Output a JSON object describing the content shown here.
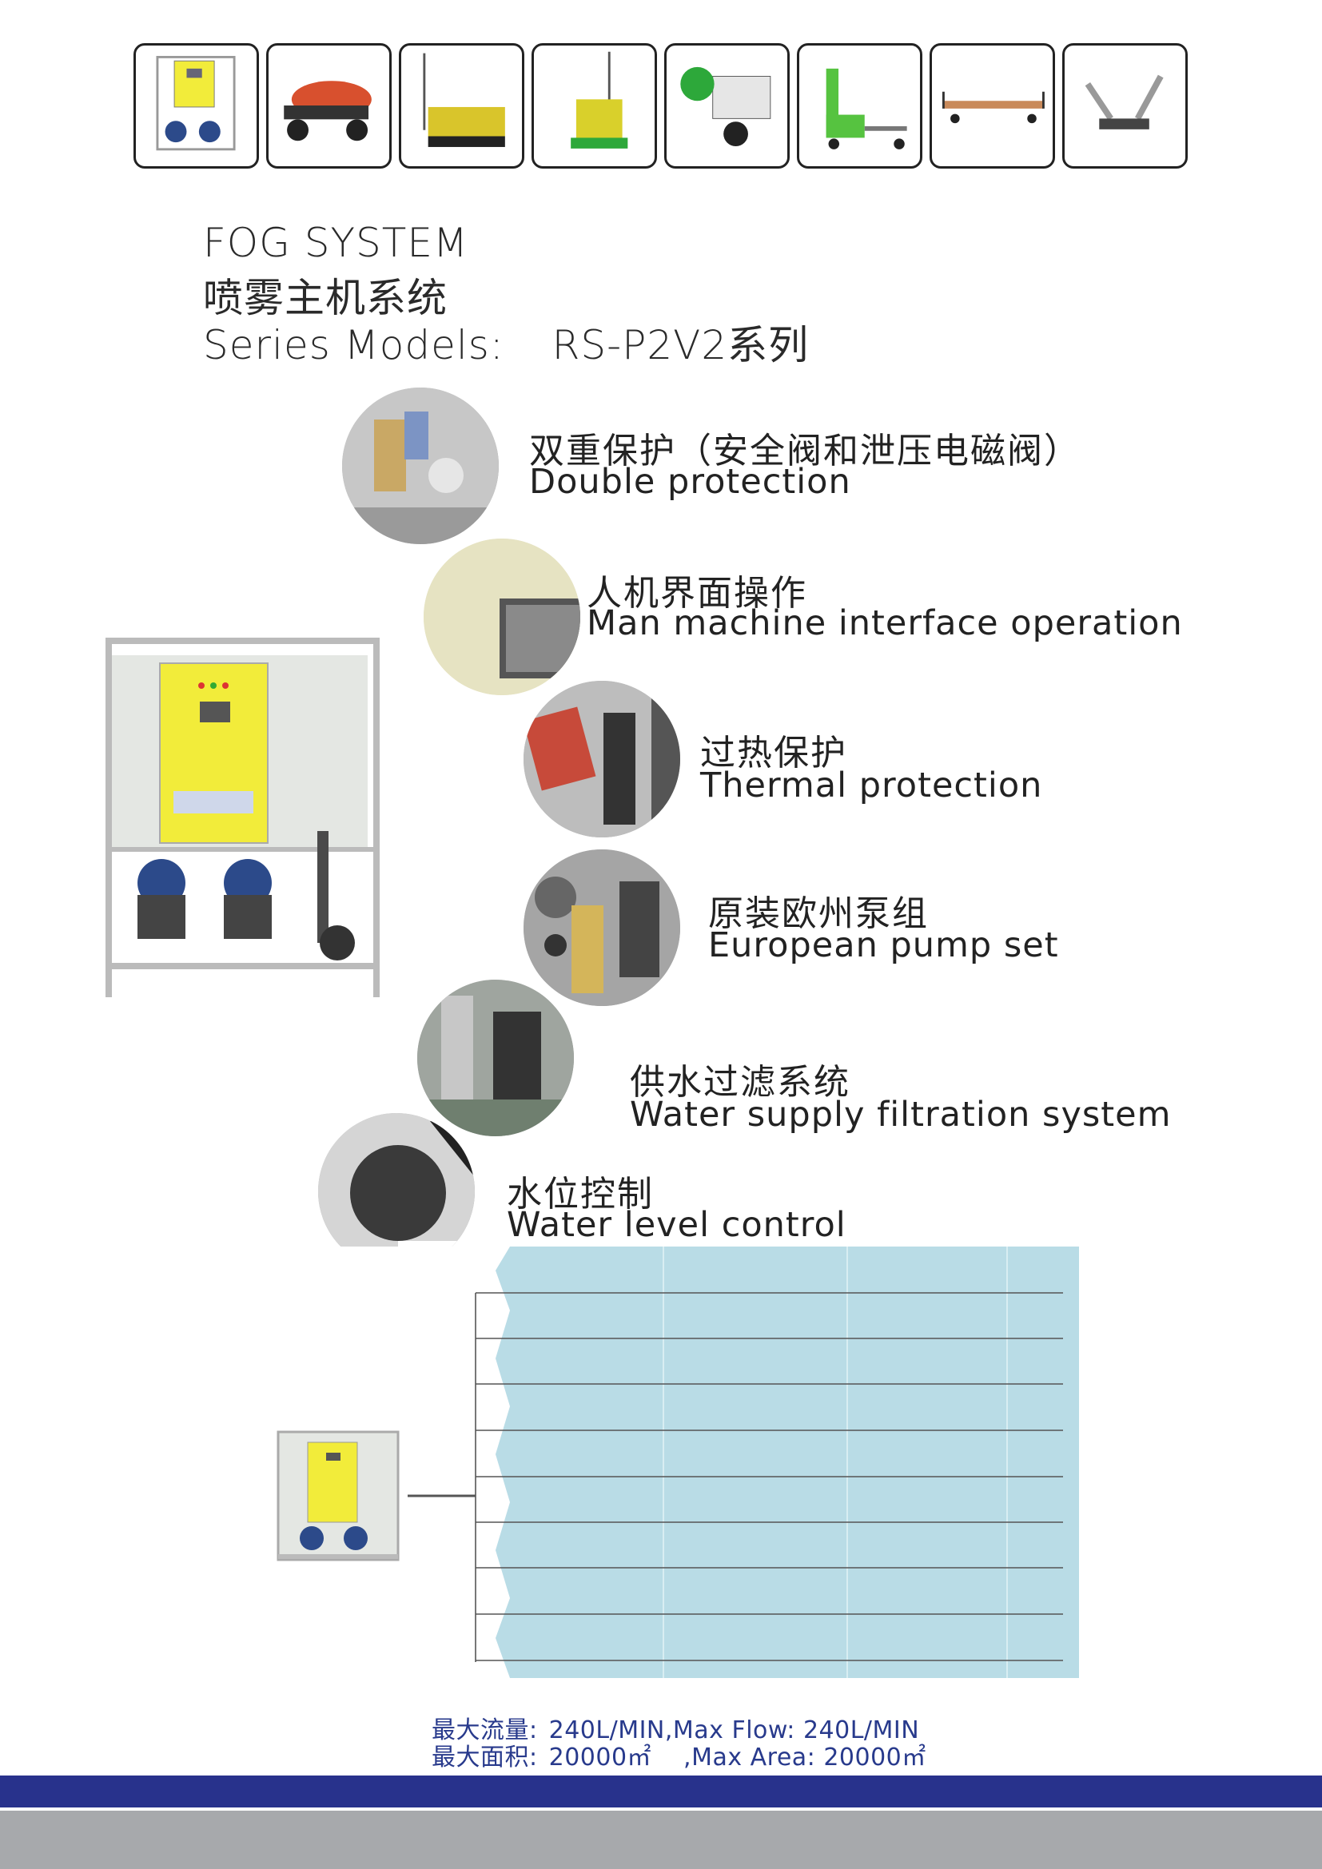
{
  "thumbnails": [
    {
      "name": "fog-host-thumb"
    },
    {
      "name": "spray-trailer-thumb"
    },
    {
      "name": "mast-cart-thumb"
    },
    {
      "name": "green-mast-cart-thumb"
    },
    {
      "name": "fog-cannon-trailer-thumb"
    },
    {
      "name": "green-trolley-thumb"
    },
    {
      "name": "flatbed-cart-thumb"
    },
    {
      "name": "boom-sprayer-thumb"
    }
  ],
  "header": {
    "title_en": "FOG SYSTEM",
    "title_cn": "喷雾主机系统",
    "series_label": "Series Models:",
    "series_model": "RS-P2V2系列"
  },
  "features": [
    {
      "cn": "双重保护（安全阀和泄压电磁阀）",
      "en": "Double protection"
    },
    {
      "cn": "人机界面操作",
      "en": "Man machine interface operation"
    },
    {
      "cn": "过热保护",
      "en": "Thermal protection"
    },
    {
      "cn": "原装欧州泵组",
      "en": "European pump set"
    },
    {
      "cn": "供水过滤系统",
      "en": "Water supply filtration system"
    },
    {
      "cn": "水位控制",
      "en": "Water level control"
    }
  ],
  "specs": {
    "flow_cn": "最大流量:",
    "flow_value": "240L/MIN",
    "flow_en": ",Max Flow: 240L/MIN",
    "area_cn": "最大面积:",
    "area_value": "20000㎡",
    "area_en": ",Max Area: 20000㎡"
  },
  "colors": {
    "accent_blue": "#28328c",
    "footer_grey": "#a7a9ac",
    "spec_text": "#283a8c",
    "panel_yellow": "#f2ec3a",
    "pipe_area": "#b9dce6"
  }
}
